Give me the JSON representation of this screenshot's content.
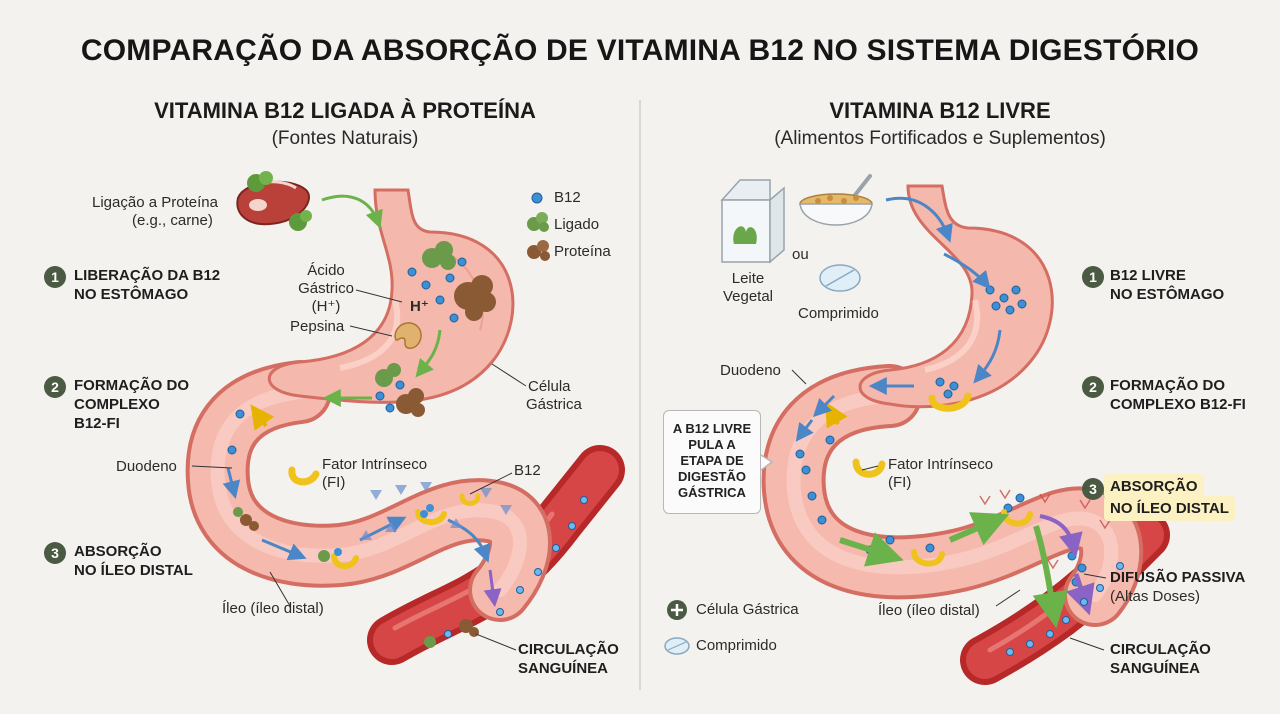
{
  "title": "COMPARAÇÃO DA ABSORÇÃO DE VITAMINA B12 NO SISTEMA DIGESTÓRIO",
  "left": {
    "header": "VITAMINA B12 LIGADA À PROTEÍNA",
    "subheader": "(Fontes Naturais)",
    "labels": {
      "protein_binding_1": "Ligação a Proteína",
      "protein_binding_2": "(e.g., carne)",
      "gastric_acid_1": "Ácido",
      "gastric_acid_2": "Gástrico",
      "gastric_acid_3": "(H⁺)",
      "h_plus": "H⁺",
      "pepsin": "Pepsina",
      "gastric_cell_1": "Célula",
      "gastric_cell_2": "Gástrica",
      "duodenum": "Duodeno",
      "intrinsic_factor_1": "Fator Intrínseco",
      "intrinsic_factor_2": "(FI)",
      "b12": "B12",
      "ileum": "Íleo (íleo distal)",
      "circulation_1": "CIRCULAÇÃO",
      "circulation_2": "SANGUÍNEA"
    },
    "legend": [
      {
        "label": "B12",
        "color": "#3d8fd6"
      },
      {
        "label": "Ligado",
        "color": "#6a9a4a"
      },
      {
        "label": "Proteína",
        "color": "#8a5a34"
      }
    ],
    "steps": [
      {
        "num": "1",
        "line1": "LIBERAÇÃO DA B12",
        "line2": "NO ESTÔMAGO",
        "line3": ""
      },
      {
        "num": "2",
        "line1": "FORMAÇÃO DO",
        "line2": "COMPLEXO",
        "line3": "B12-FI"
      },
      {
        "num": "3",
        "line1": "ABSORÇÃO",
        "line2": "NO ÍLEO DISTAL",
        "line3": ""
      }
    ]
  },
  "right": {
    "header": "VITAMINA B12 LIVRE",
    "subheader": "(Alimentos Fortificados e Suplementos)",
    "labels": {
      "plant_milk_1": "Leite",
      "plant_milk_2": "Vegetal",
      "or": "ou",
      "tablet": "Comprimido",
      "duodenum": "Duodeno",
      "intrinsic_factor_1": "Fator Intrínseco",
      "intrinsic_factor_2": "(FI)",
      "ileum": "Íleo (íleo distal)",
      "passive_1": "DIFUSÃO PASSIVA",
      "passive_2": "(Altas Doses)",
      "circulation_1": "CIRCULAÇÃO",
      "circulation_2": "SANGUÍNEA"
    },
    "callout": [
      "A B12 LIVRE",
      "PULA A",
      "ETAPA DE",
      "DIGESTÃO",
      "GÁSTRICA"
    ],
    "legend": [
      {
        "label": "Célula Gástrica",
        "icon": "plus-icon"
      },
      {
        "label": "Comprimido",
        "icon": "tablet-icon"
      }
    ],
    "steps": [
      {
        "num": "1",
        "line1": "B12 LIVRE",
        "line2": "NO ESTÔMAGO"
      },
      {
        "num": "2",
        "line1": "FORMAÇÃO DO",
        "line2": "COMPLEXO B12-FI"
      },
      {
        "num": "3",
        "line1": "ABSORÇÃO",
        "line2": "NO ÍLEO DISTAL"
      }
    ]
  },
  "colors": {
    "stomach": "#f5b8ac",
    "stomach_outline": "#d46e62",
    "vessel": "#c92f2f",
    "b12_dot": "#3d8fd6",
    "protein": "#8a5a34",
    "bound": "#6a9a4a",
    "intrinsic_factor": "#f0c21c",
    "arrow_blue": "#4d86c6",
    "arrow_green": "#6cb24a",
    "arrow_purple": "#8b63c4",
    "step_badge": "#4b5a42",
    "highlight": "#fbf1c2"
  }
}
